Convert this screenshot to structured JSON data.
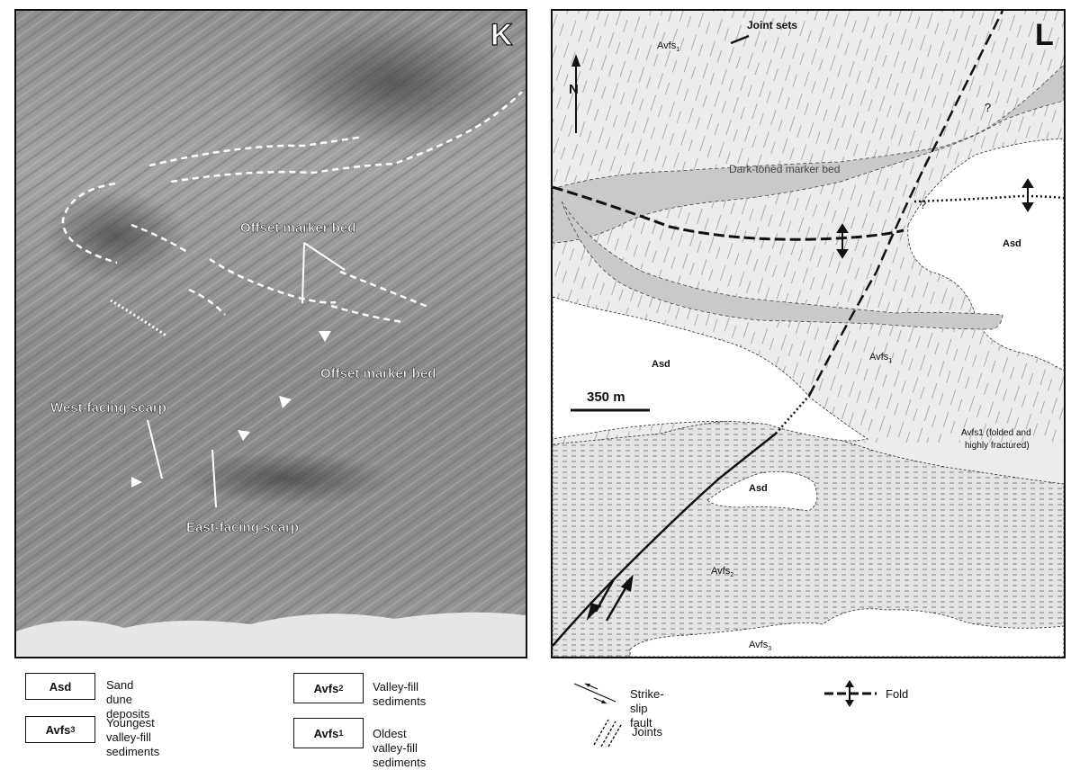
{
  "panel_k": {
    "letter": "K",
    "labels": {
      "offset_upper": "Offset marker bed",
      "offset_lower": "Offset marker bed",
      "west_scarp": "West-facing scarp",
      "east_scarp": "East-facing scarp"
    }
  },
  "panel_l": {
    "letter": "L",
    "north": "N",
    "joint_sets": "Joint sets",
    "marker_bed": "Dark-toned marker bed",
    "scale": "350 m",
    "question": "?",
    "units": {
      "avfs1_top": "Avfs",
      "avfs1_mid": "Avfs",
      "avfs1_folded_line1": "Avfs1 (folded and",
      "avfs1_folded_line2": "highly fractured)",
      "asd_right": "Asd",
      "asd_left": "Asd",
      "asd_small": "Asd",
      "avfs2": "Avfs",
      "avfs3": "Avfs"
    },
    "subscripts": {
      "one": "1",
      "two": "2",
      "three": "3"
    }
  },
  "legend": {
    "asd_box": "Asd",
    "asd_text": "Sand dune deposits",
    "avfs3_box": "Avfs",
    "avfs3_sub": "3",
    "avfs3_text_line1": "Youngest valley-fill",
    "avfs3_text_line2": "sediments",
    "avfs2_box": "Avfs",
    "avfs2_sub": "2",
    "avfs2_text": "Valley-fill sediments",
    "avfs1_box": "Avfs",
    "avfs1_sub": "1",
    "avfs1_text": "Oldest valley-fill sediments",
    "fault_text": "Strike-slip fault",
    "joints_text": "Joints",
    "fold_text": "Fold"
  }
}
